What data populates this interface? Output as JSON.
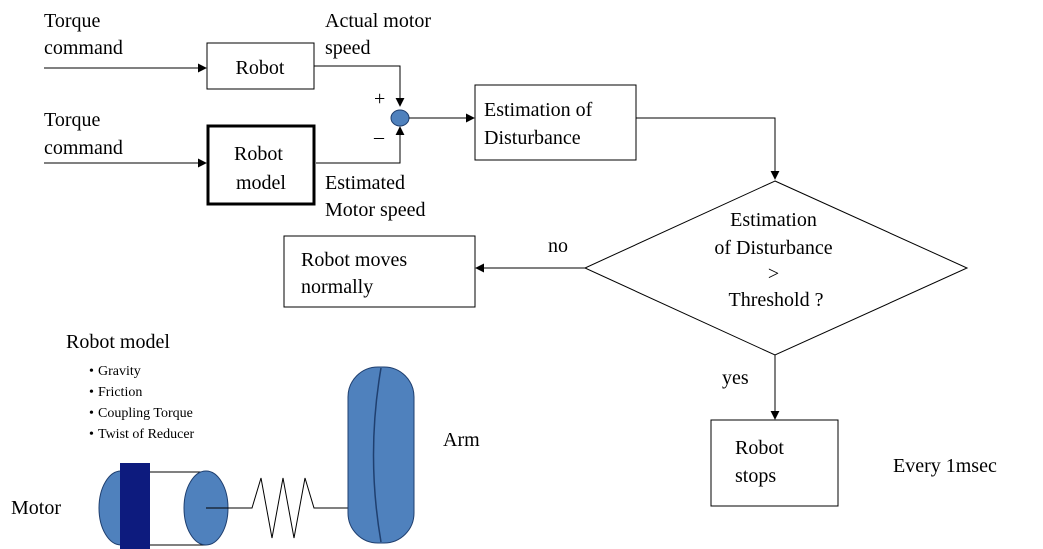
{
  "colors": {
    "component_fill": "#4f81bd",
    "component_stroke": "#1f3f6f",
    "dark_band": "#0d1b7e",
    "line": "#000000"
  },
  "inputs": {
    "torque_command_1": [
      "Torque",
      "command"
    ],
    "torque_command_2": [
      "Torque",
      "command"
    ]
  },
  "blocks": {
    "robot": "Robot",
    "robot_model": [
      "Robot",
      "model"
    ],
    "estimation_of_disturbance": [
      "Estimation of",
      "Disturbance"
    ],
    "decision": [
      "Estimation",
      "of Disturbance",
      ">",
      "Threshold ?"
    ],
    "robot_moves_normally": [
      "Robot moves",
      "normally"
    ],
    "robot_stops": [
      "Robot",
      "stops"
    ]
  },
  "signals": {
    "actual_motor_speed": [
      "Actual motor",
      "speed"
    ],
    "estimated_motor_speed": [
      "Estimated",
      "Motor speed"
    ],
    "plus": "+",
    "minus": "–",
    "no": "no",
    "yes": "yes"
  },
  "robot_model_panel": {
    "title": "Robot model",
    "items": [
      "Gravity",
      "Friction",
      "Coupling Torque",
      "Twist of Reducer"
    ],
    "bullet": "•"
  },
  "mechanism": {
    "motor_label": "Motor",
    "arm_label": "Arm"
  },
  "footer_note": "Every 1msec"
}
